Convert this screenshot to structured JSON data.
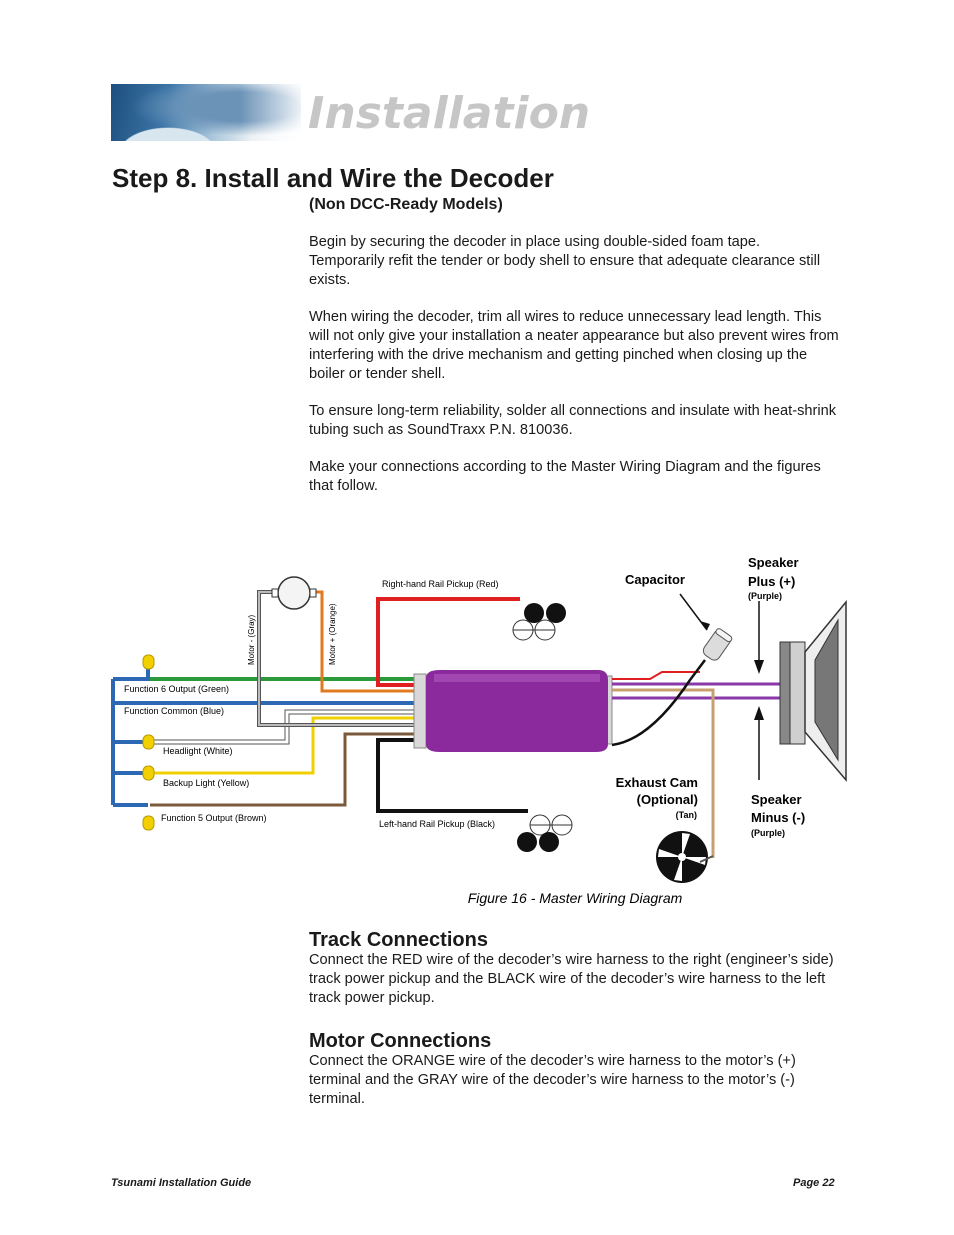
{
  "header": {
    "banner": "Installation"
  },
  "page": {
    "title": "Step 8. Install and Wire the Decoder",
    "subtitle": "(Non DCC-Ready Models)",
    "paragraphs": [
      "Begin by securing the decoder in place using double-sided foam tape. Temporarily refit the tender or body shell to ensure that adequate clearance still exists.",
      "When wiring the decoder, trim all wires to reduce unnecessary lead length. This will not only give your installation a neater appearance but also prevent wires from interfering with the drive mechanism and getting pinched when closing up the boiler or tender shell.",
      "To ensure long-term reliability, solder all connections and insulate with heat-shrink tubing such as SoundTraxx P.N. 810036.",
      "Make your connections according to the Master Wiring Diagram and the figures that follow."
    ]
  },
  "diagram": {
    "caption": "Figure 16 - Master Wiring Diagram",
    "labels": {
      "motor_minus": "Motor - (Gray)",
      "motor_plus": "Motor + (Orange)",
      "right_rail": "Right-hand Rail Pickup (Red)",
      "left_rail": "Left-hand Rail Pickup (Black)",
      "f6": "Function 6 Output (Green)",
      "common": "Function Common (Blue)",
      "headlight": "Headlight (White)",
      "backup": "Backup Light (Yellow)",
      "f5": "Function 5 Output (Brown)",
      "capacitor": "Capacitor",
      "speaker_plus_1": "Speaker",
      "speaker_plus_2": "Plus (+)",
      "speaker_plus_color": "(Purple)",
      "speaker_minus_1": "Speaker",
      "speaker_minus_2": "Minus (-)",
      "speaker_minus_color": "(Purple)",
      "exhaust_1": "Exhaust Cam",
      "exhaust_2": "(Optional)",
      "exhaust_color": "(Tan)"
    },
    "colors": {
      "decoder": "#8a2a9c",
      "red": "#e02020",
      "black": "#111111",
      "green": "#2a9a3a",
      "blue": "#2c68b4",
      "white": "#ffffff",
      "yellow": "#f0d000",
      "brown": "#7a5a3a",
      "orange": "#e07a20",
      "gray": "#9a9a9a",
      "purple": "#8a3aa8",
      "tan": "#c8a070"
    }
  },
  "sections": [
    {
      "heading": "Track Connections",
      "body": "Connect the RED wire of the decoder’s wire harness to the right (engineer’s side) track power pickup and the BLACK wire of the decoder’s wire harness to the left track power pickup."
    },
    {
      "heading": "Motor Connections",
      "body": "Connect the ORANGE wire of the decoder’s wire harness to the motor’s (+) terminal and the GRAY wire of the decoder’s wire harness to the motor’s (-) terminal."
    }
  ],
  "footer": {
    "left": "Tsunami Installation Guide",
    "right": "Page 22"
  }
}
